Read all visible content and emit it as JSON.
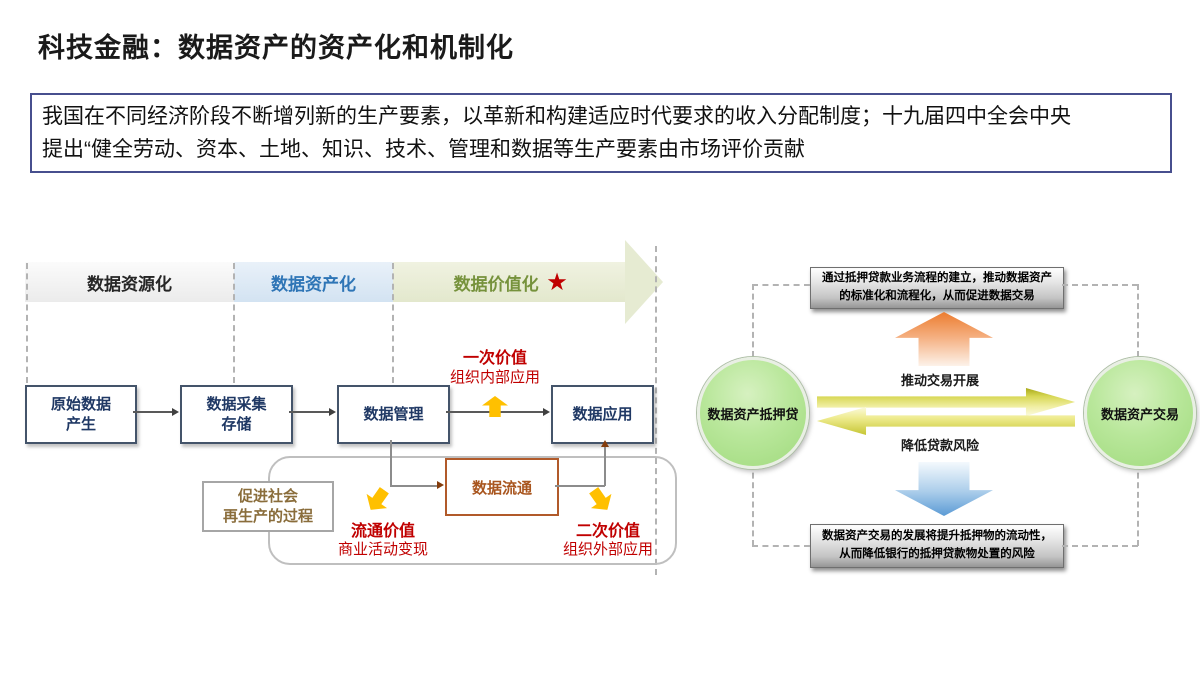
{
  "slide": {
    "title": "科技金融：数据资产的资产化和机制化"
  },
  "intro": {
    "line1": "我国在不同经济阶段不断增列新的生产要素，以革新和构建适应时代要求的收入分配制度；十九届四中全会中央",
    "line2": "提出“健全劳动、资本、土地、知识、技术、管理和数据等生产要素由市场评价贡献"
  },
  "phases": {
    "resource": "数据资源化",
    "asset": "数据资产化",
    "value": "数据价值化",
    "star": "★"
  },
  "flow": {
    "box1_line1": "原始数据",
    "box1_line2": "产生",
    "box2_line1": "数据采集",
    "box2_line2": "存储",
    "box3": "数据管理",
    "box4": "数据应用",
    "circulation": "数据流通"
  },
  "values": {
    "primary_title": "一次价值",
    "primary_sub": "组织内部应用",
    "circulate_title": "流通价值",
    "circulate_sub": "商业活动变现",
    "secondary_title": "二次价值",
    "secondary_sub": "组织外部应用",
    "social_line1": "促进社会",
    "social_line2": "再生产的过程"
  },
  "right": {
    "top_note_line1": "通过抵押贷款业务流程的建立，推动数据资产",
    "top_note_line2": "的标准化和流程化，从而促进数据交易",
    "bottom_note_line1": "数据资产交易的发展将提升抵押物的流动性，",
    "bottom_note_line2": "从而降低银行的抵押贷款物处置的风险",
    "left_circle": "数据资产抵押贷",
    "right_circle": "数据资产交易",
    "arrow_right_label": "推动交易开展",
    "arrow_left_label": "降低贷款风险"
  },
  "colors": {
    "accent_red": "#c00000",
    "gold": "#ffc000",
    "navy_box": "#1f3864",
    "border_slate": "#44546a",
    "phase_blue": "#2e75b6",
    "phase_green": "#76923c",
    "orange_border": "#b15a2a",
    "olive_text": "#8a6d3b",
    "circle_green": "#b9e79b",
    "arrow_orange": "#ec7c2f",
    "arrow_blue": "#5b9bd5",
    "arrow_gold_olive": "#c6c634"
  }
}
